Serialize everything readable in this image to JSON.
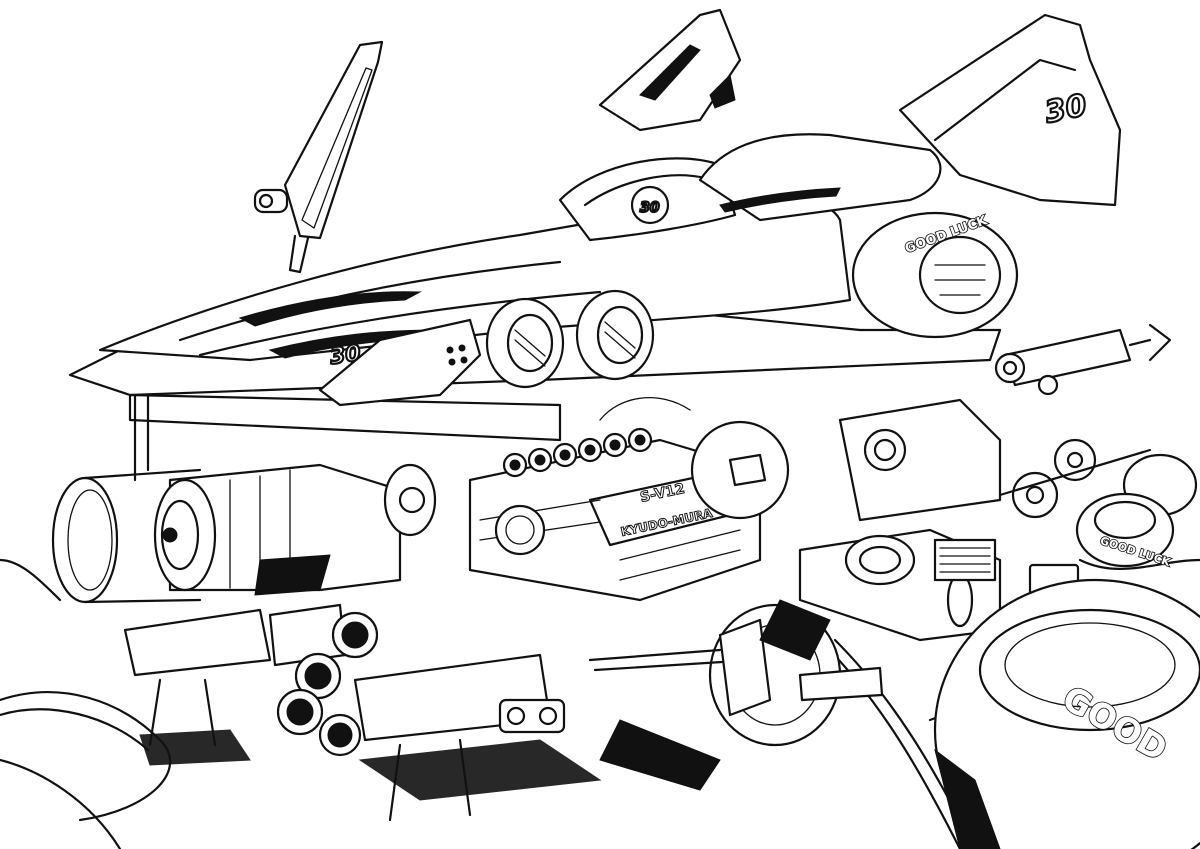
{
  "scene": {
    "car_number": "30",
    "tire_brand": "GOOD LUCK",
    "tire_brand_short": "GOOD",
    "engine_model": "S-V12",
    "engine_maker": "KYUDO-MURA"
  },
  "colors": {
    "ink": "#111111",
    "paper": "#ffffff"
  }
}
